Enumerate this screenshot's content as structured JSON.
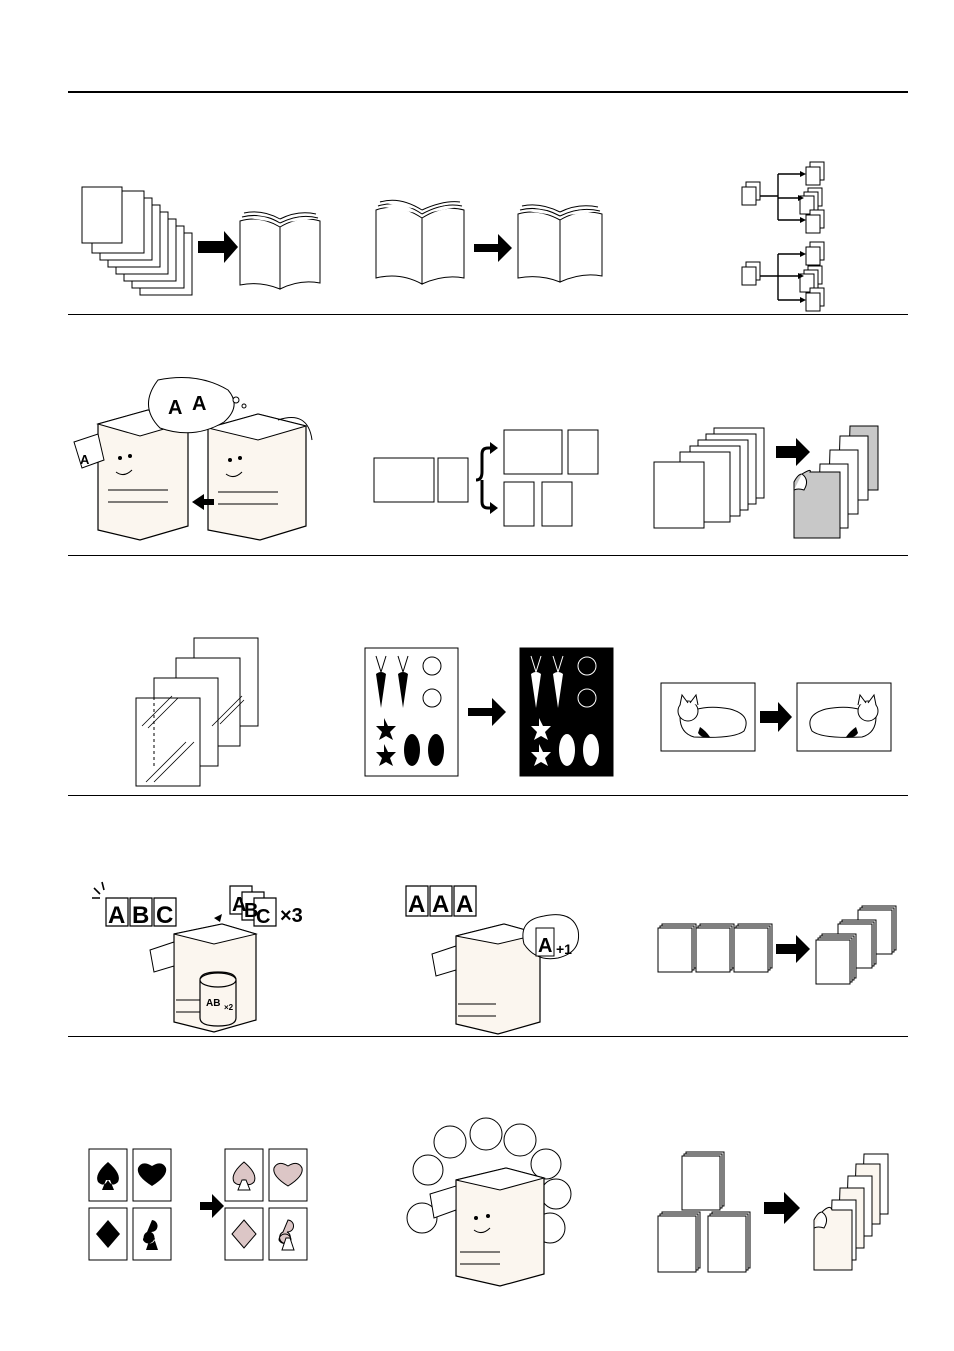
{
  "illustrations": {
    "repeat_letter": "A",
    "repeat_times": "×3",
    "memory_times": "×2",
    "memory_label": "AB",
    "abc": [
      "A",
      "B",
      "C"
    ],
    "aaa": [
      "A",
      "A",
      "A"
    ],
    "plus_one": "+1"
  },
  "colors": {
    "ink": "#000000",
    "paper": "#ffffff",
    "shade": "#c8c8c8",
    "cream": "#fbf6ef",
    "suit_tint": "#dcc6c6"
  }
}
